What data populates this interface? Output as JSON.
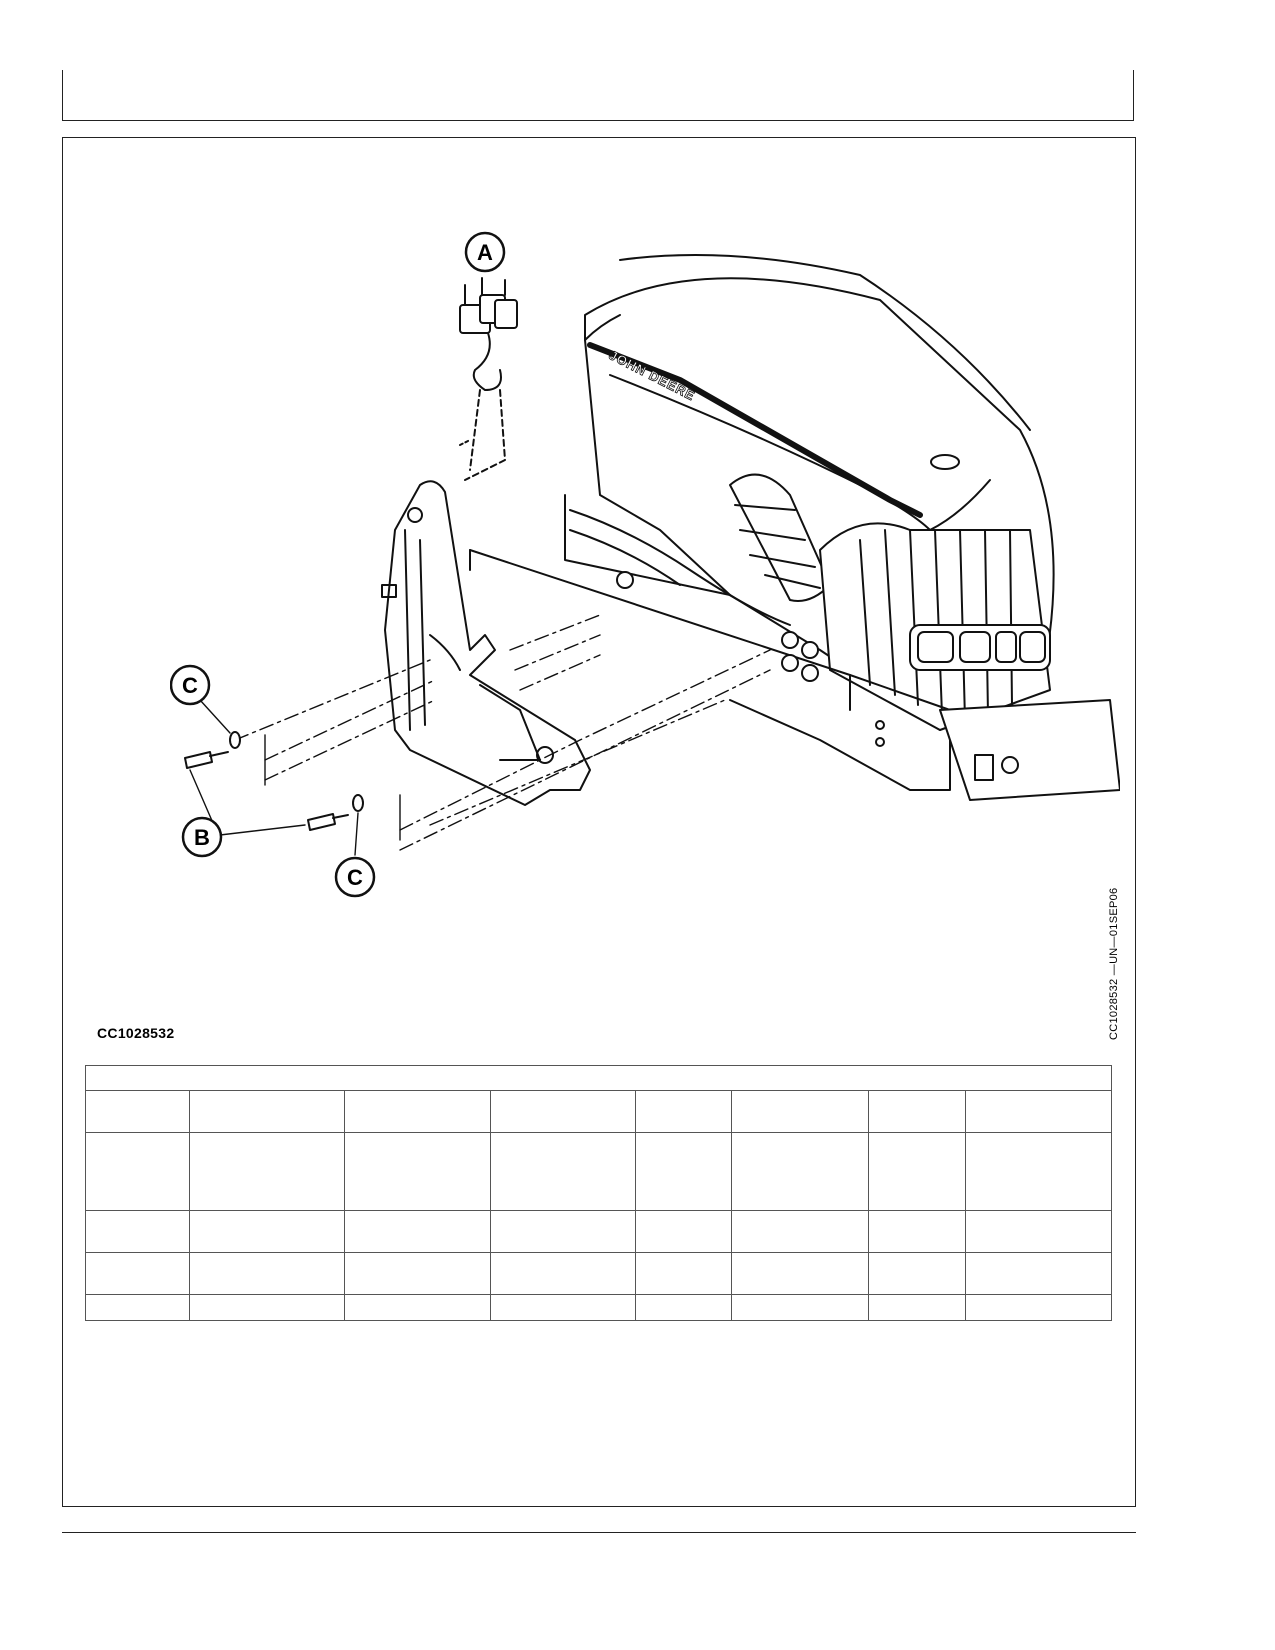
{
  "figure": {
    "callouts": {
      "a": "A",
      "b": "B",
      "c_upper": "C",
      "c_lower": "C"
    },
    "hood_brand": "JOHN DEERE",
    "figure_id": "CC1028532",
    "side_code": "CC1028532 —UN—01SEP06"
  },
  "parts_table": {
    "header": "",
    "rows": [
      [
        "",
        "",
        "",
        "",
        "",
        "",
        "",
        ""
      ],
      [
        "",
        "",
        "",
        "",
        "",
        "",
        "",
        ""
      ],
      [
        "",
        "",
        "",
        "",
        "",
        "",
        "",
        ""
      ],
      [
        "",
        "",
        "",
        "",
        "",
        "",
        "",
        ""
      ],
      [
        "",
        "",
        "",
        "",
        "",
        "",
        "",
        ""
      ]
    ]
  }
}
